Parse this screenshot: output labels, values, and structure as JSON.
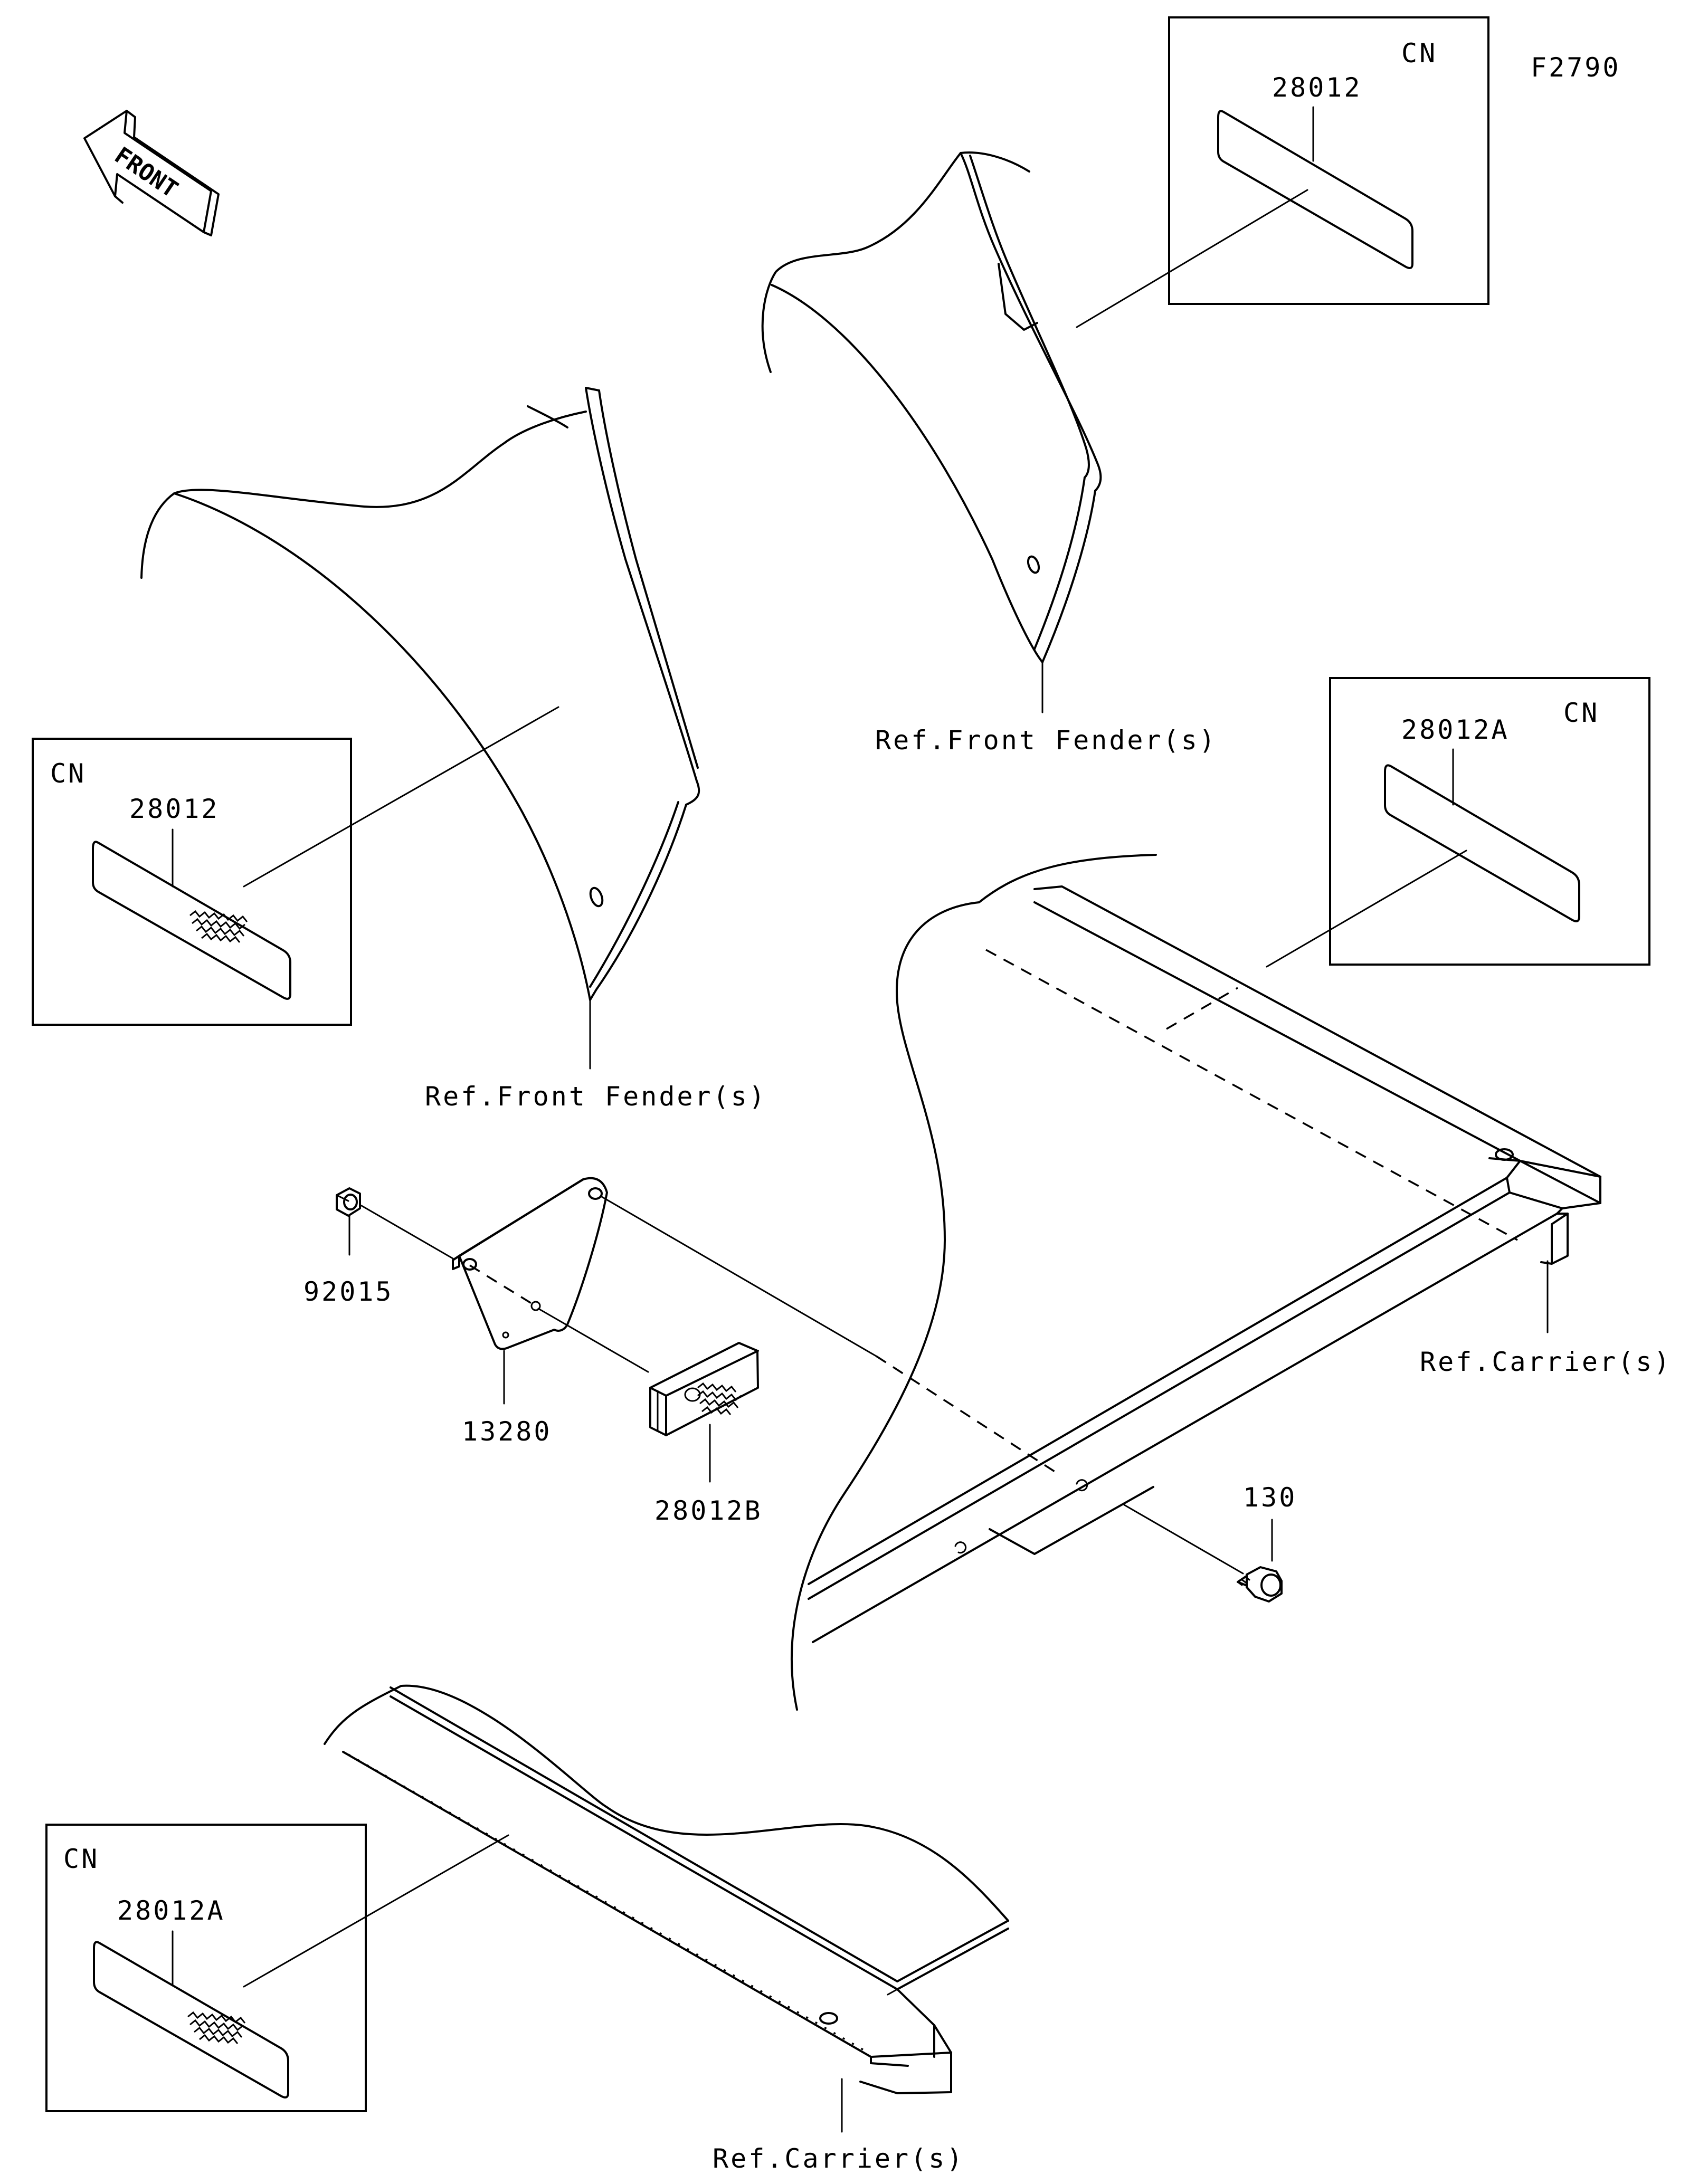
{
  "figure_id": "F2790",
  "front_arrow": {
    "label": "FRONT",
    "icon": "front-direction-arrow-icon"
  },
  "callout_boxes": [
    {
      "id": "box-top-right",
      "region": "CN",
      "part": "28012"
    },
    {
      "id": "box-left",
      "region": "CN",
      "part": "28012"
    },
    {
      "id": "box-right",
      "region": "CN",
      "part": "28012A"
    },
    {
      "id": "box-bottom-left",
      "region": "CN",
      "part": "28012A"
    }
  ],
  "part_labels": {
    "p92015": "92015",
    "p13280": "13280",
    "p28012B": "28012B",
    "p130": "130"
  },
  "ref_labels": {
    "front_fender_upper": "Ref.Front Fender(s)",
    "front_fender_lower": "Ref.Front Fender(s)",
    "carrier_right": "Ref.Carrier(s)",
    "carrier_bottom": "Ref.Carrier(s)"
  }
}
